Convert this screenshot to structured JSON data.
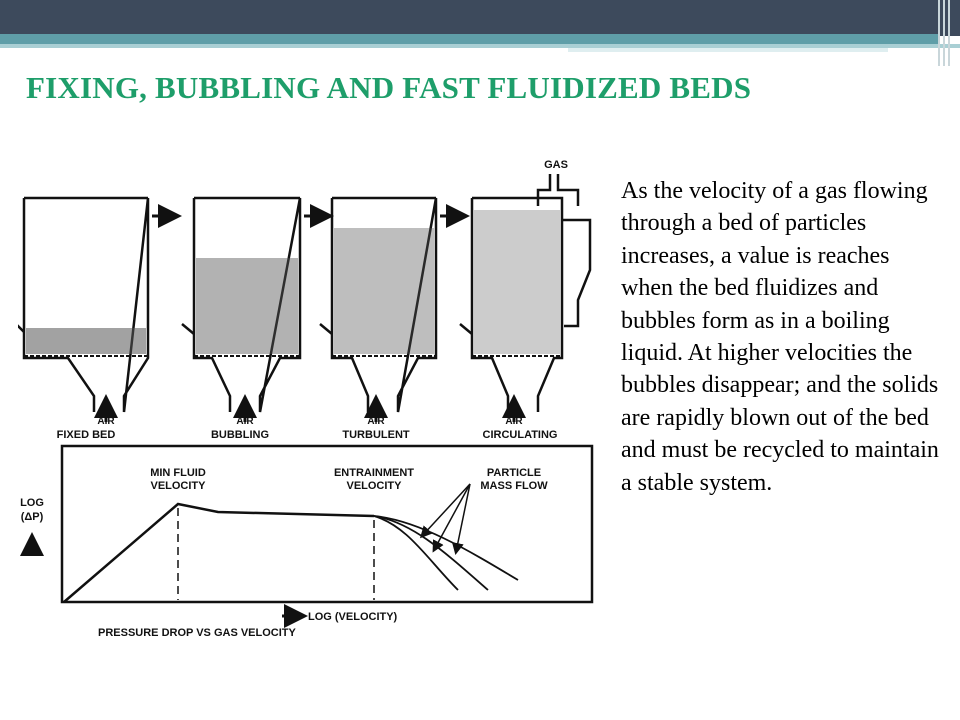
{
  "slide": {
    "title": "FIXING, BUBBLING AND FAST FLUIDIZED BEDS",
    "body": "As the velocity of a gas flowing through a bed of particles increases, a value is reaches when the bed fluidizes and bubbles form as in a boiling liquid. At higher velocities the bubbles disappear; and the solids are rapidly blown out of the bed and must be recycled to maintain a stable system."
  },
  "figure": {
    "gas_label": "GAS",
    "reactors": [
      {
        "air": "AIR",
        "label": "FIXED BED"
      },
      {
        "air": "AIR",
        "label": "BUBBLING"
      },
      {
        "air": "AIR",
        "label": "TURBULENT"
      },
      {
        "air": "AIR",
        "label": "CIRCULATING"
      }
    ],
    "graph": {
      "min_fluid": [
        "MIN FLUID",
        "VELOCITY"
      ],
      "entrainment": [
        "ENTRAINMENT",
        "VELOCITY"
      ],
      "particle": [
        "PARTICLE",
        "MASS FLOW"
      ],
      "ylabel": [
        "LOG",
        "(ΔP)"
      ],
      "xlabel": "LOG (VELOCITY)",
      "caption": "PRESSURE DROP VS GAS VELOCITY"
    }
  },
  "colors": {
    "title": "#1e9e6a",
    "topbar": "#3d4a5c",
    "stripe": "#5f9ea8"
  }
}
